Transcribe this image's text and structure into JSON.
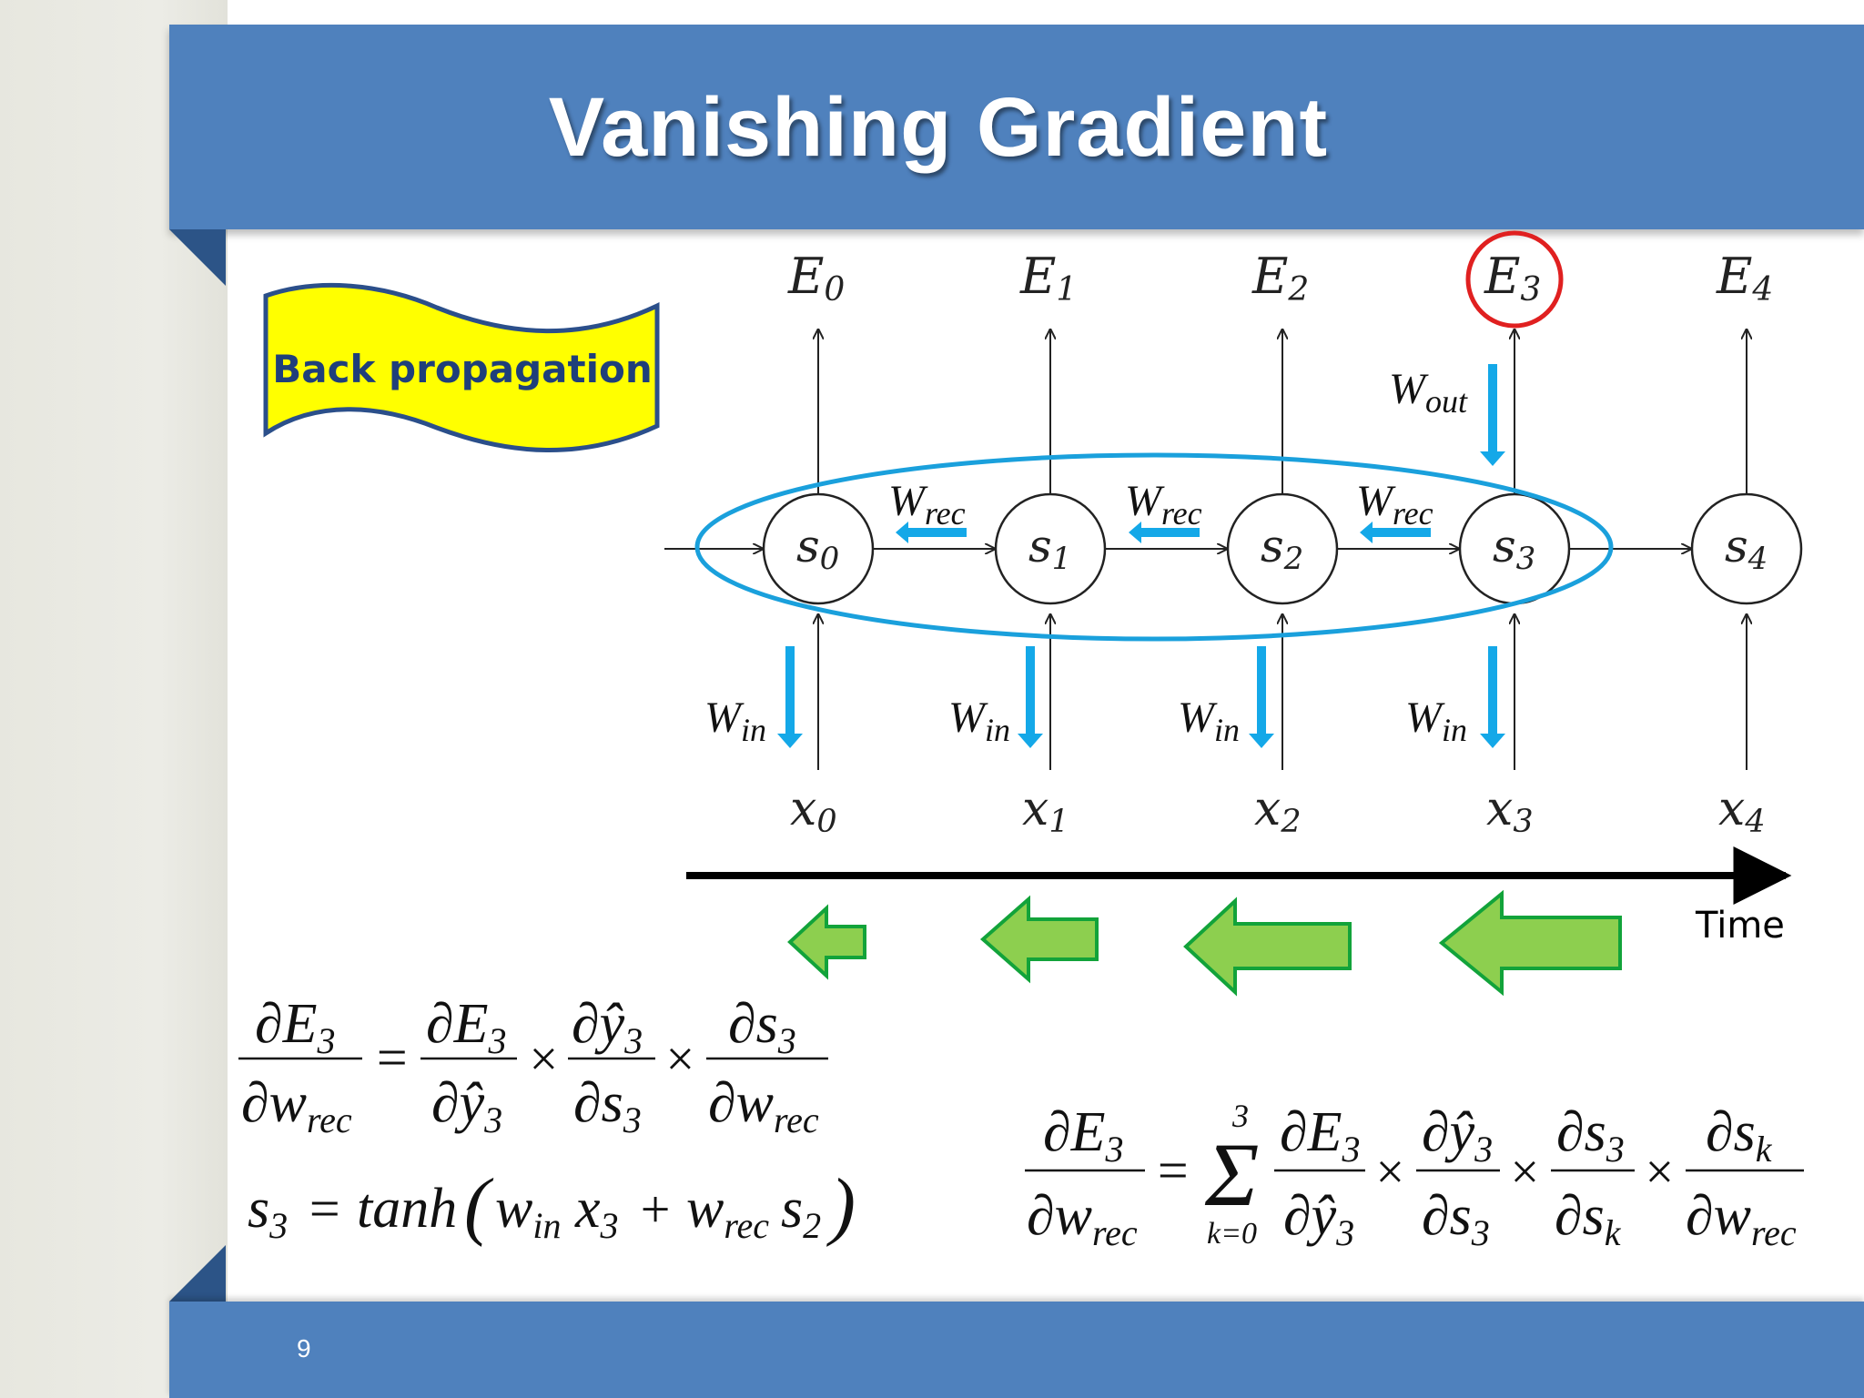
{
  "slide": {
    "title": "Vanishing Gradient",
    "page_number": "9",
    "banner_label": "Back propagation",
    "time_label": "Time",
    "colors": {
      "theme_blue": "#4f81bd",
      "banner_fill": "#ffff00",
      "banner_text": "#1f3f7a",
      "highlight_circle": "#e02020",
      "ellipse": "#1aa0dc",
      "weight_arrow": "#14a8e8",
      "backprop_arrow": "#8dcf4f"
    }
  },
  "network": {
    "nodes": [
      {
        "state": "s",
        "index": "0",
        "error": "E",
        "error_index": "0",
        "input": "x",
        "input_index": "0"
      },
      {
        "state": "s",
        "index": "1",
        "error": "E",
        "error_index": "1",
        "input": "x",
        "input_index": "1"
      },
      {
        "state": "s",
        "index": "2",
        "error": "E",
        "error_index": "2",
        "input": "x",
        "input_index": "2"
      },
      {
        "state": "s",
        "index": "3",
        "error": "E",
        "error_index": "3",
        "input": "x",
        "input_index": "3"
      },
      {
        "state": "s",
        "index": "4",
        "error": "E",
        "error_index": "4",
        "input": "x",
        "input_index": "4"
      }
    ],
    "highlighted_error": "E3",
    "weights": {
      "rec": {
        "symbol": "W",
        "sub": "rec"
      },
      "in": {
        "symbol": "W",
        "sub": "in"
      },
      "out": {
        "symbol": "W",
        "sub": "out"
      }
    }
  },
  "formulas": {
    "chain": {
      "lhs_num": "∂E",
      "lhs_num_sub": "3",
      "lhs_den": "∂w",
      "lhs_den_sub": "rec",
      "f1_num": "∂E",
      "f1_num_sub": "3",
      "f1_den": "∂ŷ",
      "f1_den_sub": "3",
      "f2_num": "∂ŷ",
      "f2_num_sub": "3",
      "f2_den": "∂s",
      "f2_den_sub": "3",
      "f3_num": "∂s",
      "f3_num_sub": "3",
      "f3_den": "∂w",
      "f3_den_sub": "rec",
      "eq": "=",
      "times": "×"
    },
    "state": {
      "s": "s",
      "s_sub": "3",
      "eq": "=",
      "tanh": "tanh",
      "lparen": "(",
      "rparen": ")",
      "w1": "w",
      "w1_sub": "in",
      "x": "x",
      "x_sub": "3",
      "plus": "+",
      "w2": "w",
      "w2_sub": "rec",
      "s2": "s",
      "s2_sub": "2"
    },
    "sum": {
      "lhs_num": "∂E",
      "lhs_num_sub": "3",
      "lhs_den": "∂w",
      "lhs_den_sub": "rec",
      "eq": "=",
      "sigma": "Σ",
      "upper": "3",
      "lower": "k=0",
      "f1_num": "∂E",
      "f1_num_sub": "3",
      "f1_den": "∂ŷ",
      "f1_den_sub": "3",
      "f2_num": "∂ŷ",
      "f2_num_sub": "3",
      "f2_den": "∂s",
      "f2_den_sub": "3",
      "f3_num": "∂s",
      "f3_num_sub": "3",
      "f3_den": "∂s",
      "f3_den_sub": "k",
      "f4_num": "∂s",
      "f4_num_sub": "k",
      "f4_den": "∂w",
      "f4_den_sub": "rec",
      "times": "×"
    }
  }
}
